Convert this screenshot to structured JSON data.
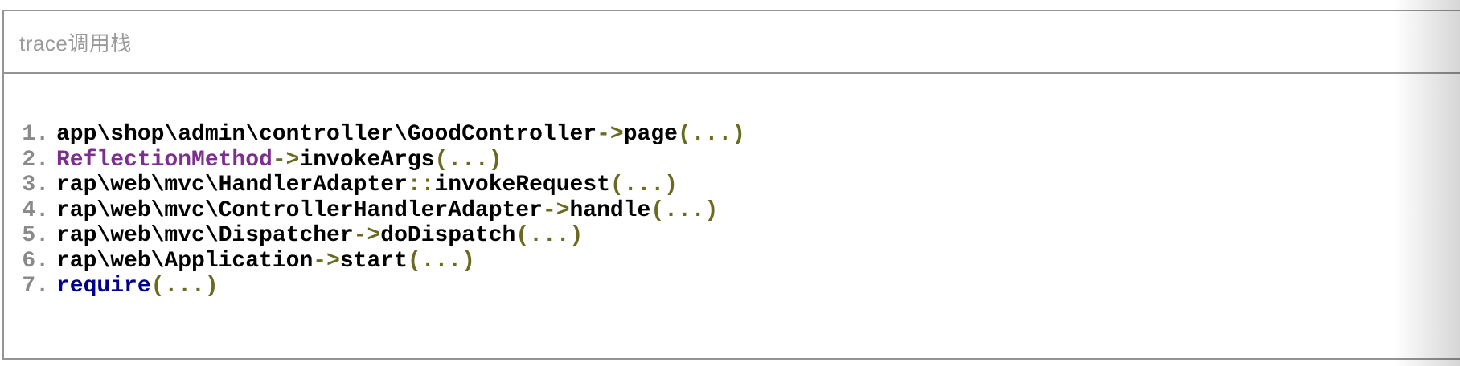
{
  "panel": {
    "title": "trace调用栈"
  },
  "colors": {
    "border": "#949494",
    "title": "#9b9b9b",
    "marker": "#8a8a8a",
    "plain": "#000000",
    "operator": "#6a6a21",
    "internal": "#7c2f8f",
    "keyword": "#00008b"
  },
  "stack": {
    "frames": [
      {
        "number": "1.",
        "segments": [
          {
            "kind": "plain",
            "text": "app\\shop\\admin\\controller\\GoodController"
          },
          {
            "kind": "op",
            "text": "->"
          },
          {
            "kind": "plain",
            "text": "page"
          },
          {
            "kind": "op",
            "text": "(...)"
          }
        ]
      },
      {
        "number": "2.",
        "segments": [
          {
            "kind": "internal",
            "text": "ReflectionMethod"
          },
          {
            "kind": "op",
            "text": "->"
          },
          {
            "kind": "plain",
            "text": "invokeArgs"
          },
          {
            "kind": "op",
            "text": "(...)"
          }
        ]
      },
      {
        "number": "3.",
        "segments": [
          {
            "kind": "plain",
            "text": "rap\\web\\mvc\\HandlerAdapter"
          },
          {
            "kind": "op",
            "text": "::"
          },
          {
            "kind": "plain",
            "text": "invokeRequest"
          },
          {
            "kind": "op",
            "text": "(...)"
          }
        ]
      },
      {
        "number": "4.",
        "segments": [
          {
            "kind": "plain",
            "text": "rap\\web\\mvc\\ControllerHandlerAdapter"
          },
          {
            "kind": "op",
            "text": "->"
          },
          {
            "kind": "plain",
            "text": "handle"
          },
          {
            "kind": "op",
            "text": "(...)"
          }
        ]
      },
      {
        "number": "5.",
        "segments": [
          {
            "kind": "plain",
            "text": "rap\\web\\mvc\\Dispatcher"
          },
          {
            "kind": "op",
            "text": "->"
          },
          {
            "kind": "plain",
            "text": "doDispatch"
          },
          {
            "kind": "op",
            "text": "(...)"
          }
        ]
      },
      {
        "number": "6.",
        "segments": [
          {
            "kind": "plain",
            "text": "rap\\web\\Application"
          },
          {
            "kind": "op",
            "text": "->"
          },
          {
            "kind": "plain",
            "text": "start"
          },
          {
            "kind": "op",
            "text": "(...)"
          }
        ]
      },
      {
        "number": "7.",
        "segments": [
          {
            "kind": "keyword",
            "text": "require"
          },
          {
            "kind": "op",
            "text": "(...)"
          }
        ]
      }
    ]
  }
}
